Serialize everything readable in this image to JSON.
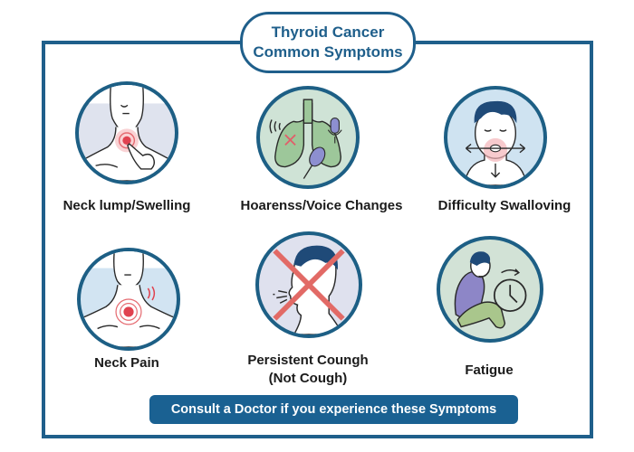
{
  "title": {
    "line1": "Thyroid Cancer",
    "line2": "Common Symptoms"
  },
  "symptoms": [
    {
      "label": "Neck lump/Swelling",
      "icon": "neck-lump-icon"
    },
    {
      "label": "Hoarenss/Voice Changes",
      "icon": "lungs-voice-icon"
    },
    {
      "label": "Difficulty Swalloving",
      "icon": "swallowing-face-icon"
    },
    {
      "label": "Neck Pain",
      "icon": "neck-pain-icon"
    },
    {
      "label_line1": "Persistent Coungh",
      "label_line2": "(Not Cough)",
      "icon": "cough-crossed-icon"
    },
    {
      "label": "Fatigue",
      "icon": "fatigue-clock-icon"
    }
  ],
  "cta": {
    "label": "Consult a Doctor if you experience these Symptoms"
  },
  "colors": {
    "frame": "#1f5f8b",
    "title_text": "#1f5f8b",
    "cta_bg": "#1a6192",
    "pain_red": "#e0424f",
    "cross_red": "#e06060"
  }
}
